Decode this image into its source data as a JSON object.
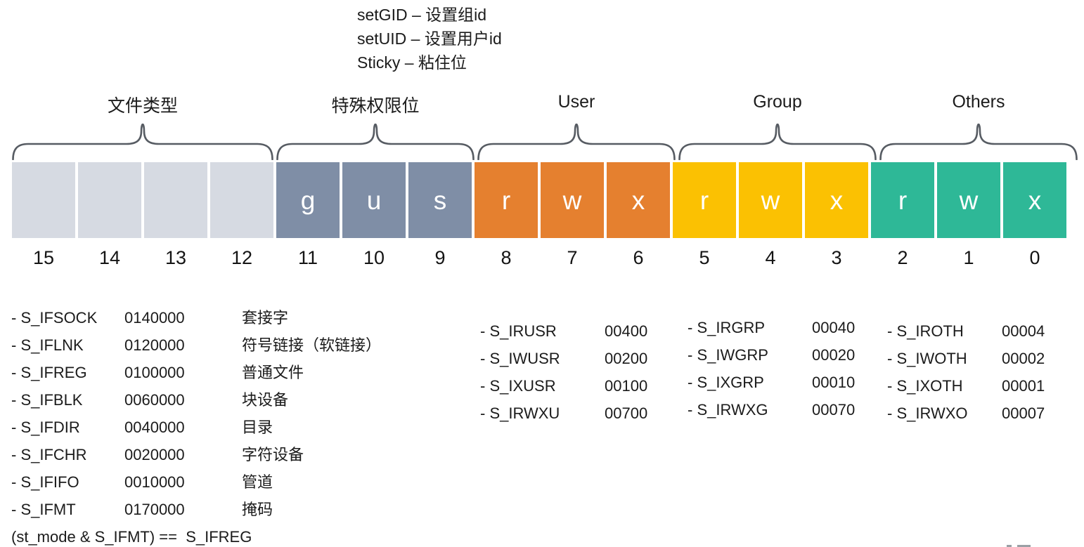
{
  "legend": {
    "lines": [
      "setGID – 设置组id",
      "setUID – 设置用户id",
      "Sticky – 粘住位"
    ]
  },
  "colors": {
    "file_type_cell": "#d6dae2",
    "special_cell": "#7f8ea6",
    "user_cell": "#e5802f",
    "group_cell": "#fbc102",
    "others_cell": "#2eb897",
    "cell_letter": "#ffffff",
    "brace_stroke": "#575c63"
  },
  "groups": [
    {
      "label": "文件类型",
      "cells": [
        {
          "bit": "15",
          "letter": ""
        },
        {
          "bit": "14",
          "letter": ""
        },
        {
          "bit": "13",
          "letter": ""
        },
        {
          "bit": "12",
          "letter": ""
        }
      ]
    },
    {
      "label": "特殊权限位",
      "cells": [
        {
          "bit": "11",
          "letter": "g"
        },
        {
          "bit": "10",
          "letter": "u"
        },
        {
          "bit": "9",
          "letter": "s"
        }
      ]
    },
    {
      "label": "User",
      "cells": [
        {
          "bit": "8",
          "letter": "r"
        },
        {
          "bit": "7",
          "letter": "w"
        },
        {
          "bit": "6",
          "letter": "x"
        }
      ]
    },
    {
      "label": "Group",
      "cells": [
        {
          "bit": "5",
          "letter": "r"
        },
        {
          "bit": "4",
          "letter": "w"
        },
        {
          "bit": "3",
          "letter": "x"
        }
      ]
    },
    {
      "label": "Others",
      "cells": [
        {
          "bit": "2",
          "letter": "r"
        },
        {
          "bit": "1",
          "letter": "w"
        },
        {
          "bit": "0",
          "letter": "x"
        }
      ]
    }
  ],
  "file_type_list": {
    "rows": [
      {
        "label": "- S_IFSOCK",
        "octal": "0140000",
        "desc": "套接字"
      },
      {
        "label": "- S_IFLNK",
        "octal": "0120000",
        "desc": "符号链接（软链接）"
      },
      {
        "label": "- S_IFREG",
        "octal": "0100000",
        "desc": "普通文件"
      },
      {
        "label": "- S_IFBLK",
        "octal": "0060000",
        "desc": "块设备"
      },
      {
        "label": "- S_IFDIR",
        "octal": "0040000",
        "desc": "目录"
      },
      {
        "label": "- S_IFCHR",
        "octal": "0020000",
        "desc": "字符设备"
      },
      {
        "label": "- S_IFIFO",
        "octal": "0010000",
        "desc": "管道"
      },
      {
        "label": "- S_IFMT",
        "octal": "0170000",
        "desc": "掩码"
      }
    ],
    "formula": "(st_mode & S_IFMT) ==  S_IFREG"
  },
  "user_list": {
    "rows": [
      {
        "label": "- S_IRUSR",
        "value": "00400"
      },
      {
        "label": "- S_IWUSR",
        "value": "00200"
      },
      {
        "label": "- S_IXUSR",
        "value": "00100"
      },
      {
        "label": "- S_IRWXU",
        "value": "00700"
      }
    ]
  },
  "group_list": {
    "rows": [
      {
        "label": "- S_IRGRP",
        "value": "00040"
      },
      {
        "label": "- S_IWGRP",
        "value": "00020"
      },
      {
        "label": "- S_IXGRP",
        "value": "00010"
      },
      {
        "label": "- S_IRWXG",
        "value": "00070"
      }
    ]
  },
  "others_list": {
    "rows": [
      {
        "label": "- S_IROTH",
        "value": "00004"
      },
      {
        "label": "- S_IWOTH",
        "value": "00002"
      },
      {
        "label": "- S_IXOTH",
        "value": "00001"
      },
      {
        "label": "- S_IRWXO",
        "value": "00007"
      }
    ]
  }
}
